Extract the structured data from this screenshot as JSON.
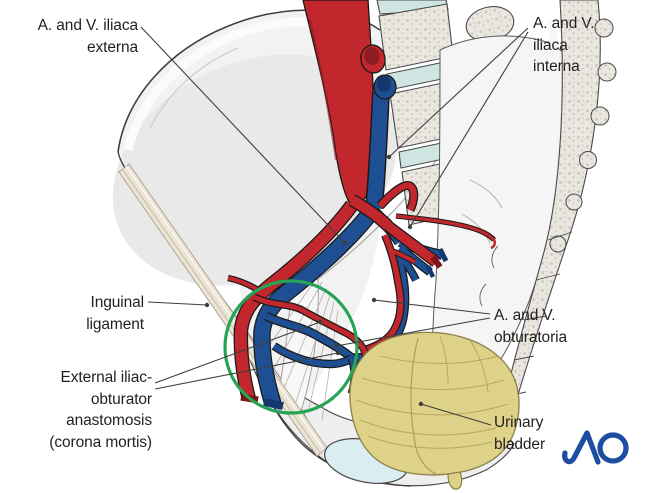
{
  "figure": {
    "kind": "anatomical-illustration",
    "subject": "Pelvis with iliac vessels and corona mortis highlighted"
  },
  "labels": {
    "iliaca_externa": {
      "lines": [
        "A. and V. iliaca",
        "externa"
      ]
    },
    "iliaca_interna": {
      "lines": [
        "A. and V.",
        "iliaca",
        "interna"
      ]
    },
    "inguinal_ligament": {
      "lines": [
        "Inguinal",
        "ligament"
      ]
    },
    "anastomosis": {
      "lines": [
        "External iliac-",
        "obturator",
        "anastomosis",
        "(corona mortis)"
      ]
    },
    "obturatoria": {
      "lines": [
        "A. and V.",
        "obturatoria"
      ]
    },
    "urinary_bladder": {
      "lines": [
        "Urinary",
        "bladder"
      ]
    }
  },
  "logo": {
    "text": "AO",
    "color": "#1d4da0"
  },
  "colors": {
    "artery_red": "#c1272d",
    "artery_dark": "#8e1b20",
    "vein_blue": "#1f4f93",
    "vein_dark": "#14386b",
    "bone_fill": "#f2f2f2",
    "bone_outline": "#3f3f3f",
    "stipple_bg": "#eae7e1",
    "stipple_dot": "#ccc6bc",
    "disc_teal": "#cfe5e2",
    "cartilage_blue": "#daedf0",
    "bladder_yellow": "#ded289",
    "bladder_line": "#b7a85e",
    "ligament_beige": "#ece5d6",
    "highlight_green": "#27a356",
    "leader_line": "#3f3f3f",
    "text": "#231f20"
  }
}
